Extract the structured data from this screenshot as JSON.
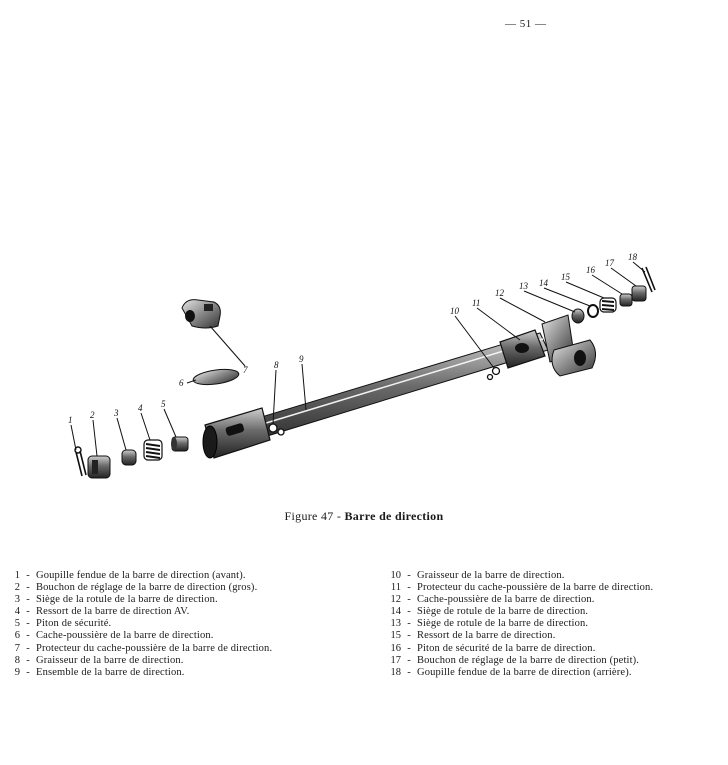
{
  "page_number": "— 51 —",
  "caption": {
    "prefix": "Figure 47 -",
    "title": "Barre de direction"
  },
  "callouts": [
    "1",
    "2",
    "3",
    "4",
    "5",
    "6",
    "7",
    "8",
    "9",
    "10",
    "11",
    "12",
    "13",
    "14",
    "15",
    "16",
    "17",
    "18"
  ],
  "legend": {
    "left": [
      {
        "num": "1",
        "text": "Goupille fendue de la barre de direction (avant)."
      },
      {
        "num": "2",
        "text": "Bouchon de réglage de la barre de direction (gros)."
      },
      {
        "num": "3",
        "text": "Siège de la rotule de la barre de direction."
      },
      {
        "num": "4",
        "text": "Ressort de la barre de direction AV."
      },
      {
        "num": "5",
        "text": "Piton de sécurité."
      },
      {
        "num": "6",
        "text": "Cache-poussière de la barre de direction."
      },
      {
        "num": "7",
        "text": "Protecteur du cache-poussière de la barre de direction."
      },
      {
        "num": "8",
        "text": "Graisseur de la barre de direction."
      },
      {
        "num": "9",
        "text": "Ensemble de la barre de direction."
      }
    ],
    "right": [
      {
        "num": "10",
        "text": "Graisseur de la barre de direction."
      },
      {
        "num": "11",
        "text": "Protecteur du cache-poussière de la barre de direction."
      },
      {
        "num": "12",
        "text": "Cache-poussière de la barre de direction."
      },
      {
        "num": "14",
        "text": "Siège de rotule de la barre de direction."
      },
      {
        "num": "13",
        "text": "Siège de rotule de la barre de direction."
      },
      {
        "num": "15",
        "text": "Ressort de la barre de direction."
      },
      {
        "num": "16",
        "text": "Piton de sécurité de la barre de direction."
      },
      {
        "num": "17",
        "text": "Bouchon de réglage de la barre de direction (petit)."
      },
      {
        "num": "18",
        "text": "Goupille fendue de la barre de direction (arrière)."
      }
    ]
  }
}
